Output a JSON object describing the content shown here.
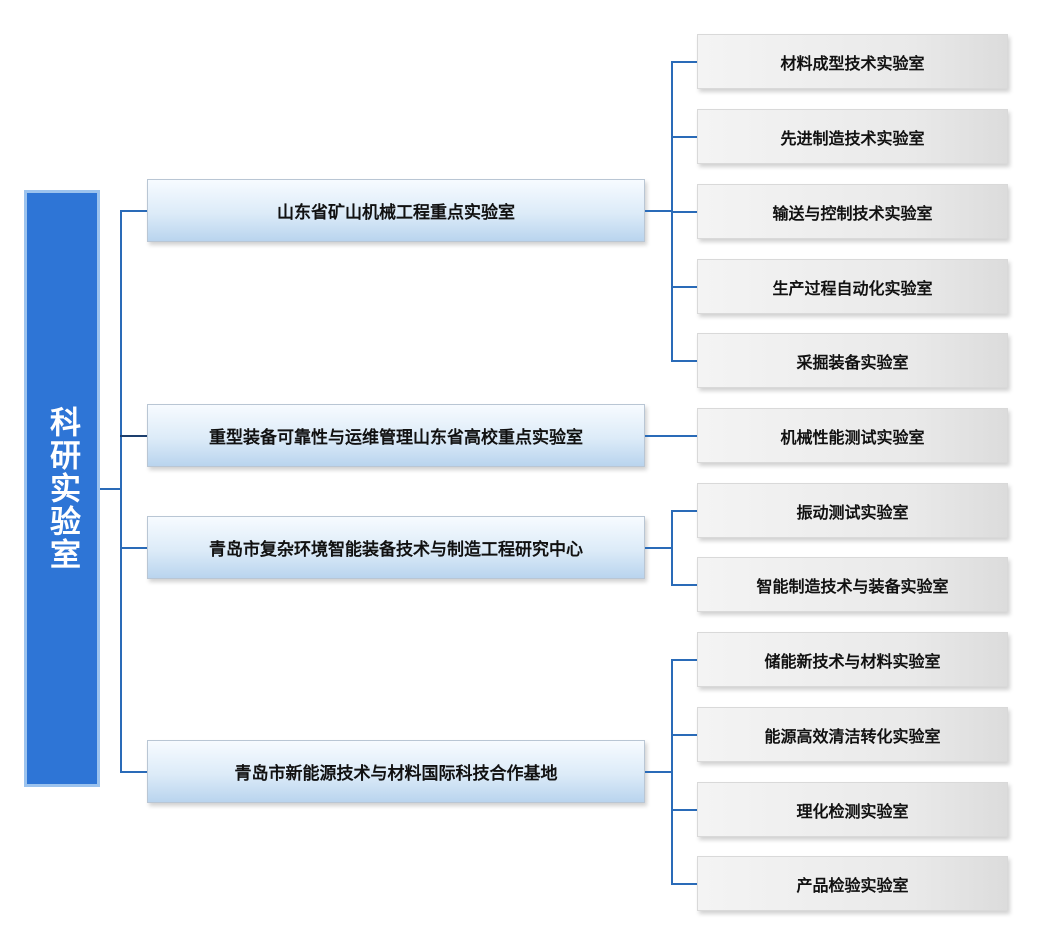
{
  "root": {
    "label": "科研实验室"
  },
  "branches": [
    {
      "label": "山东省矿山机械工程重点实验室",
      "children": [
        "材料成型技术实验室",
        "先进制造技术实验室",
        "输送与控制技术实验室",
        "生产过程自动化实验室",
        "采掘装备实验室"
      ]
    },
    {
      "label": "重型装备可靠性与运维管理山东省高校重点实验室",
      "children": [
        "机械性能测试实验室"
      ]
    },
    {
      "label": "青岛市复杂环境智能装备技术与制造工程研究中心",
      "children": [
        "振动测试实验室",
        "智能制造技术与装备实验室"
      ]
    },
    {
      "label": "青岛市新能源技术与材料国际科技合作基地",
      "children": [
        "储能新技术与材料实验室",
        "能源高效清洁转化实验室",
        "理化检测实验室",
        "产品检验实验室"
      ]
    }
  ],
  "colors": {
    "root_fill": "#2e75d6",
    "root_border": "#9cc3ee",
    "connector": "#2a6bb8",
    "mid_fill": "#dcebf8",
    "leaf_fill": "#e9e9e9",
    "text": "#111111"
  }
}
